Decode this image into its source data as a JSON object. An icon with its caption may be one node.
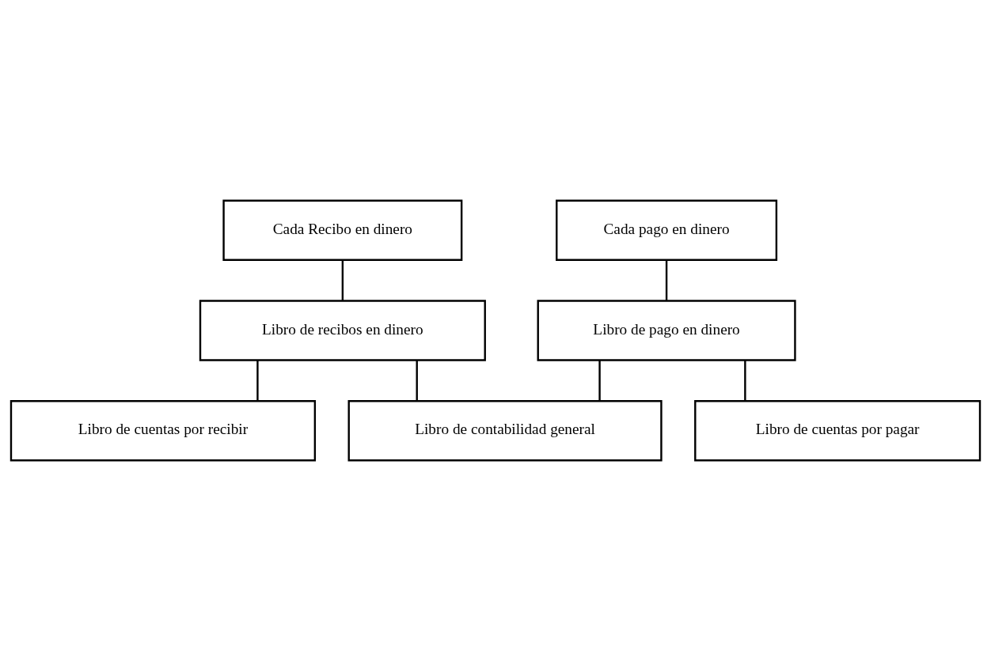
{
  "diagram": {
    "nodes": [
      {
        "text": [
          "Cada Recibo en dinero"
        ]
      },
      {
        "text": [
          "Cada pago en dinero"
        ]
      },
      {
        "text": [
          "Libro de recibos en dinero"
        ]
      },
      {
        "text": [
          "Libro de pago en dinero"
        ]
      },
      {
        "text": [
          "Libro de cuentas por recibir"
        ]
      },
      {
        "text": [
          "Libro de cuentas por pagar"
        ]
      },
      {
        "text": [
          "Libro de contabilidad general"
        ]
      }
    ],
    "edges": [
      {
        "from": 0,
        "to": 2,
        "arrow": "none"
      },
      {
        "from": 1,
        "to": 3,
        "arrow": "none"
      },
      {
        "from": 2,
        "to": 4,
        "arrow": "none"
      },
      {
        "from": 2,
        "to": 6,
        "arrow": "none"
      },
      {
        "from": 3,
        "to": 6,
        "arrow": "none"
      },
      {
        "from": 3,
        "to": 5,
        "arrow": "none"
      }
    ]
  }
}
